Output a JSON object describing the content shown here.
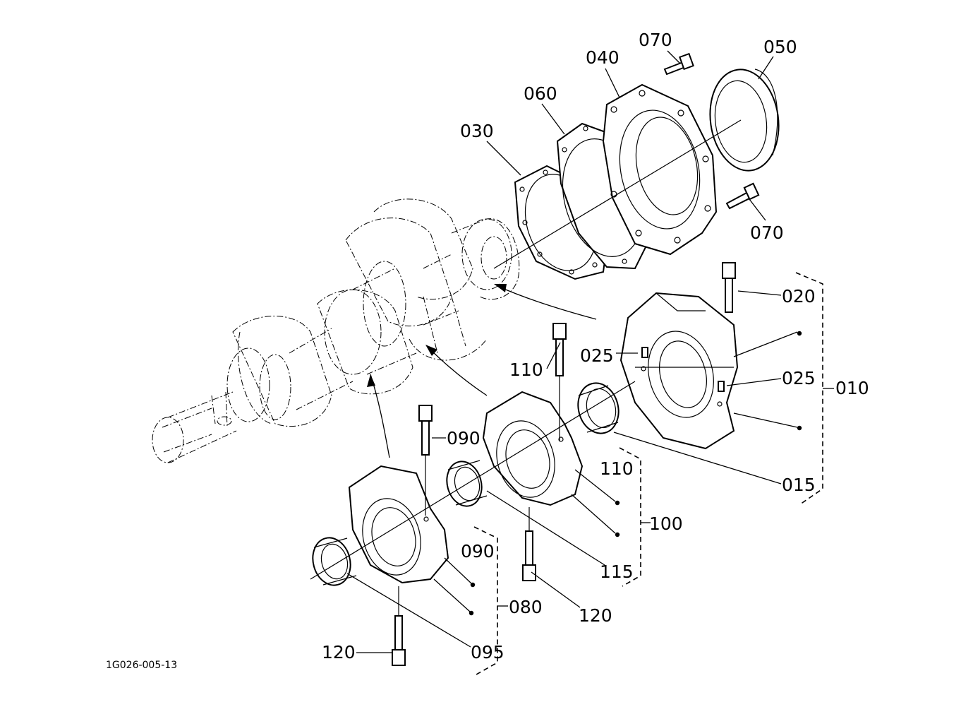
{
  "labels": {
    "p070_top": "070",
    "p050": "050",
    "p040": "040",
    "p060": "060",
    "p030": "030",
    "p070_bottom": "070",
    "p020": "020",
    "p025_left": "025",
    "p025_right": "025",
    "p010": "010",
    "p015": "015",
    "p110_top": "110",
    "p110_right": "110",
    "p100": "100",
    "p090_top": "090",
    "p090_right": "090",
    "p115": "115",
    "p120_right": "120",
    "p080": "080",
    "p095": "095",
    "p120_left": "120"
  },
  "drawing_code": "1G026-005-13"
}
